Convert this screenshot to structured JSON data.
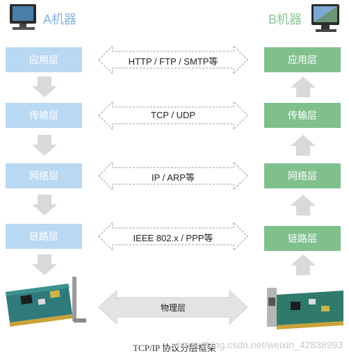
{
  "machine_a": {
    "title": "A机器",
    "layers": [
      "应用层",
      "传输层",
      "网络层",
      "链路层"
    ]
  },
  "machine_b": {
    "title": "B机器",
    "layers": [
      "应用层",
      "传输层",
      "网络层",
      "链路层"
    ]
  },
  "protocols": [
    "HTTP / FTP / SMTP等",
    "TCP / UDP",
    "IP / ARP等",
    "IEEE 802.x / PPP等"
  ],
  "physical_layer": "物理层",
  "caption": "TCP/IP 协议分层框架",
  "watermark": "https://blog.csdn.net/weixin_42838993",
  "colors": {
    "machine_a": "#b9d8f2",
    "machine_b": "#7fc08d",
    "arrow": "#d9d9d9"
  }
}
